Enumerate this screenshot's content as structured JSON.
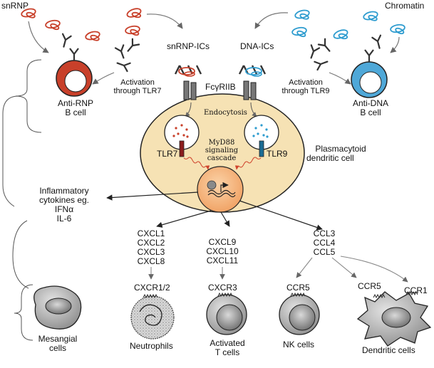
{
  "colors": {
    "rna": "#c8402a",
    "dna": "#2e9ccf",
    "dc_fill": "#f6e2b4",
    "nucleus": "#f4b07a",
    "cell_gray": "#b5b5b5",
    "arrow": "#666666",
    "signal": "#d0452e"
  },
  "top": {
    "snrnp": "snRNP",
    "chromatin": "Chromatin",
    "snrnp_ics": "snRNP-ICs",
    "dna_ics": "DNA-ICs",
    "fc_receptor": "FcγRIIB"
  },
  "left_cell": {
    "line1": "Anti-RNP",
    "line2": "B cell"
  },
  "right_cell": {
    "line1": "Anti-DNA",
    "line2": "B cell"
  },
  "activation_left": {
    "line1": "Activation",
    "line2": "through TLR7"
  },
  "activation_right": {
    "line1": "Activation",
    "line2": "through TLR9"
  },
  "pdc": {
    "endocytosis": "Endocytosis",
    "tlr7": "TLR7",
    "tlr9": "TLR9",
    "myd88": [
      "MyD88",
      "signaling",
      "cascade"
    ],
    "name": [
      "Plasmacytoid",
      "dendritic cell"
    ]
  },
  "cytokines": [
    "Inflammatory",
    "cytokines eg.",
    "IFNα",
    "IL-6"
  ],
  "chemokine_groups": {
    "g1": [
      "CXCL1",
      "CXCL2",
      "CXCL3",
      "CXCL8"
    ],
    "g2": [
      "CXCL9",
      "CXCL10",
      "CXCL11"
    ],
    "g3": [
      "CCL3",
      "CCL4",
      "CCL5"
    ]
  },
  "receptors": {
    "cxcr12": "CXCR1/2",
    "cxcr3": "CXCR3",
    "ccr5a": "CCR5",
    "ccr5b": "CCR5",
    "ccr1": "CCR1"
  },
  "targets": {
    "mesangial": [
      "Mesangial",
      "cells"
    ],
    "neutrophils": "Neutrophils",
    "tcells": [
      "Activated",
      "T cells"
    ],
    "nk": "NK cells",
    "dendritic": "Dendritic cells"
  }
}
